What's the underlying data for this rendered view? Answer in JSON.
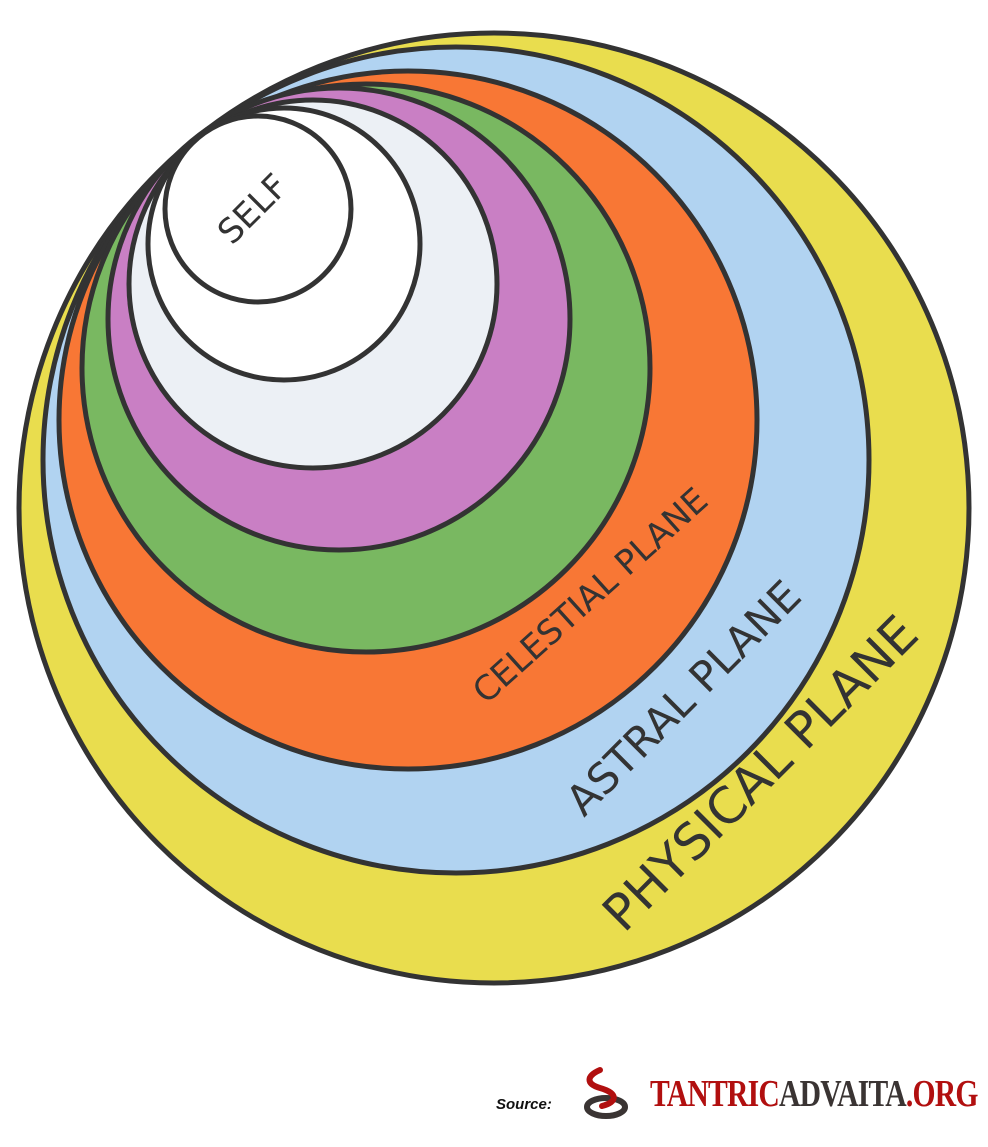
{
  "diagram": {
    "title": "Planes of existence",
    "layers": [
      {
        "id": "physical",
        "label": "PHYSICAL PLANE",
        "color": "#e9dd4e"
      },
      {
        "id": "astral",
        "label": "ASTRAL PLANE",
        "color": "#b1d3f1"
      },
      {
        "id": "celestial",
        "label": "CELESTIAL PLANE",
        "color": "#f87735"
      },
      {
        "id": "green",
        "label": "",
        "color": "#79b861"
      },
      {
        "id": "purple",
        "label": "",
        "color": "#c97fc4"
      },
      {
        "id": "gray",
        "label": "",
        "color": "#ecf0f5"
      },
      {
        "id": "white",
        "label": "",
        "color": "#ffffff"
      },
      {
        "id": "self",
        "label": "SELF",
        "color": "#ffffff"
      }
    ],
    "stroke_color": "#333333"
  },
  "footer": {
    "source_label": "Source:",
    "brand_part1": "TANTRIC",
    "brand_part2": "ADVAITA",
    "brand_part3": ".ORG",
    "brand_red": "#b10f0f",
    "brand_dark": "#3a3433"
  }
}
